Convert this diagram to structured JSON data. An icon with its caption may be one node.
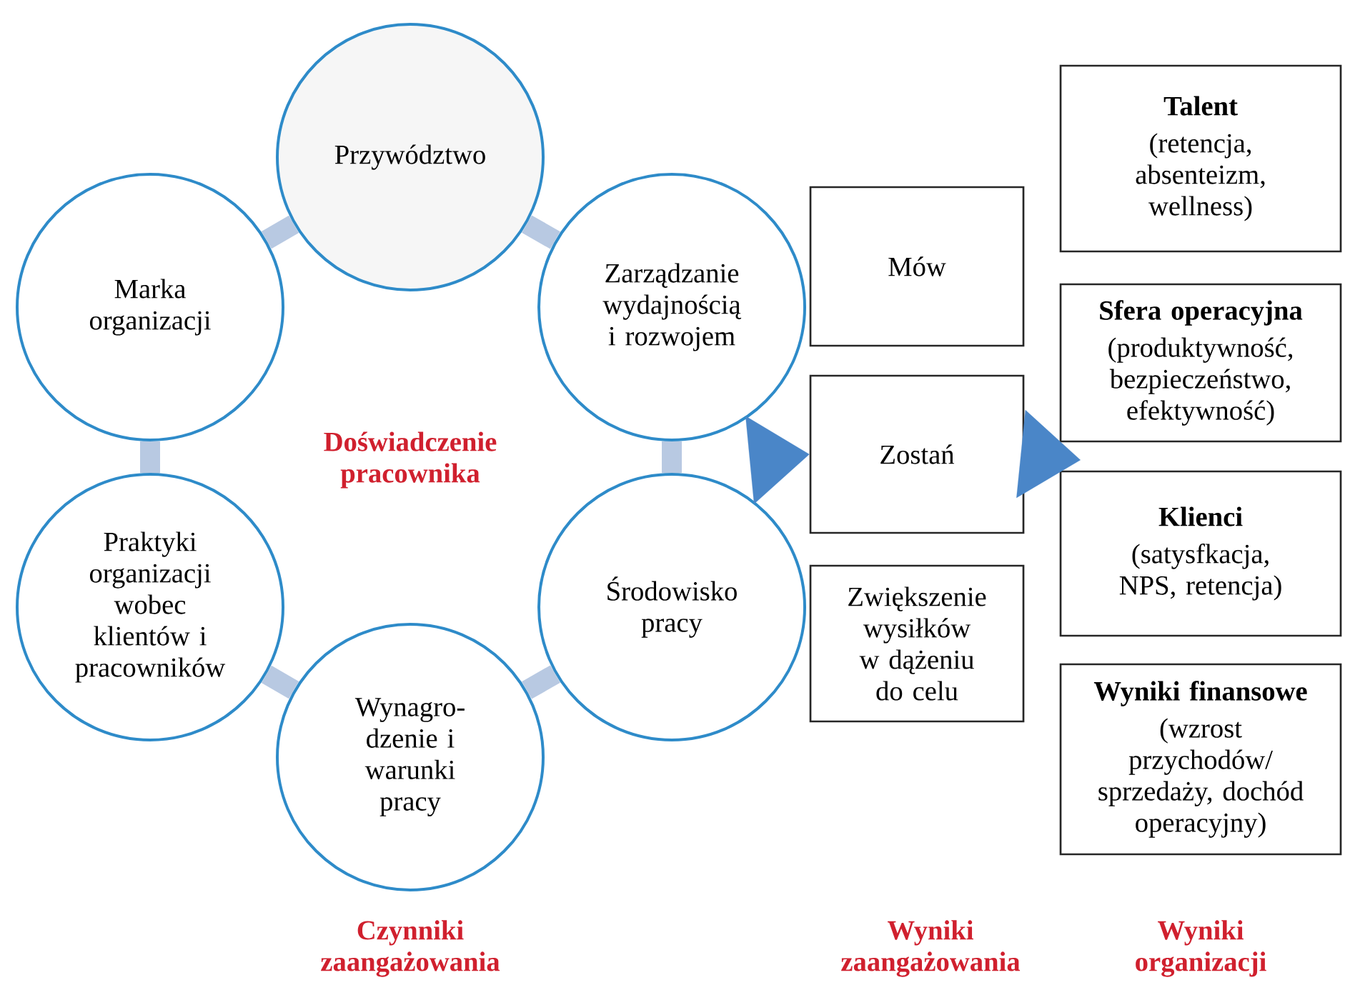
{
  "diagram": {
    "nodes": [
      {
        "text": [
          "Przywództwo"
        ]
      },
      {
        "text": [
          "Marka organizacji"
        ]
      },
      {
        "text": [
          "Zarządzanie wydajnością i rozwojem"
        ]
      },
      {
        "text": [
          "Praktyki organizacji wobec klientów i pracowników"
        ]
      },
      {
        "text": [
          "Środowisko pracy"
        ]
      },
      {
        "text": [
          "Wynagro- dzenie i warunki pracy"
        ]
      },
      {
        "text": [
          "Mów"
        ]
      },
      {
        "text": [
          "Zostań"
        ]
      },
      {
        "text": [
          "Zwiększenie wysiłków w dążeniu do celu"
        ]
      },
      {
        "text": [
          "Talent",
          "(retencja, absenteizm, wellness)"
        ]
      },
      {
        "text": [
          "Sfera operacyjna",
          "(produktywność, bezpieczeństwo, efektywność)"
        ]
      },
      {
        "text": [
          "Klienci",
          "(satysfkacja, NPS, retencja)"
        ]
      },
      {
        "text": [
          "Wyniki finansowe",
          "(wzrost przychodów/ sprzedaży, dochód operacyjny)"
        ]
      }
    ],
    "edges": [
      {
        "from": 0,
        "to": 2,
        "arrow": "none"
      },
      {
        "from": 2,
        "to": 4,
        "arrow": "none"
      },
      {
        "from": 4,
        "to": 5,
        "arrow": "none"
      },
      {
        "from": 5,
        "to": 3,
        "arrow": "none"
      },
      {
        "from": 3,
        "to": 1,
        "arrow": "none"
      },
      {
        "from": 1,
        "to": 0,
        "arrow": "none"
      },
      {
        "from": null,
        "to": 7,
        "arrow": "to",
        "color": "#4a86c8"
      },
      {
        "from": 7,
        "to": null,
        "arrow": "to",
        "color": "#4a86c8"
      }
    ],
    "labels": [
      "Doświadczenie pracownika",
      "Czynniki zaangażowania",
      "Wyniki zaangażowania",
      "Wyniki organizacji"
    ]
  }
}
